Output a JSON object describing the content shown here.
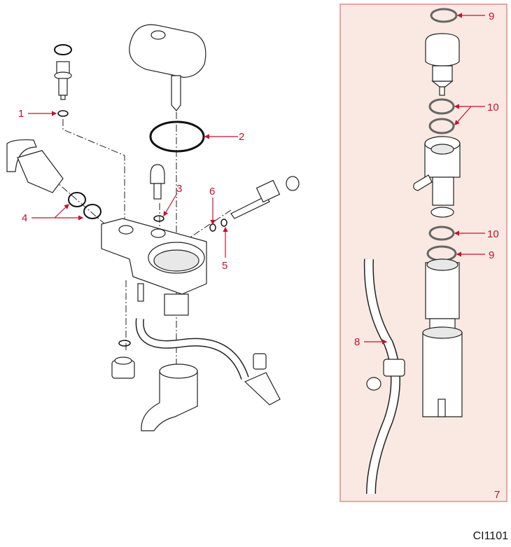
{
  "callouts": {
    "c1": "1",
    "c2": "2",
    "c3": "3",
    "c4": "4",
    "c5": "5",
    "c6": "6",
    "c7": "7",
    "c8": "8",
    "c9a": "9",
    "c9b": "9",
    "c10a": "10",
    "c10b": "10"
  },
  "figure_code": "CI1101",
  "colors": {
    "callout": "#c8102e",
    "panel_bg": "#f9e9e2",
    "panel_border": "#e58a8a"
  }
}
